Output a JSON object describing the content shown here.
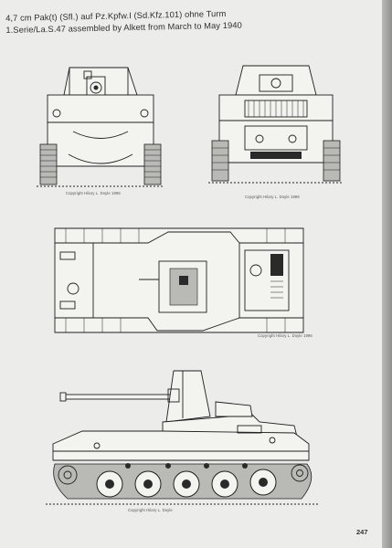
{
  "title": {
    "line1": "4,7 cm Pak(t) (Sfl.) auf Pz.Kpfw.I (Sd.Kfz.101) ohne Turm",
    "line2": "1.Serie/La.S.47 assembled by Alkett from March to May 1940"
  },
  "captions": {
    "front_view": "Copyright Hilary L. Doyle 1996",
    "rear_view": "Copyright Hilary L. Doyle 1996",
    "top_view": "Copyright Hilary L. Doyle 1996",
    "side_view": "Copyright Hilary L. Doyle"
  },
  "page_number": "247"
}
